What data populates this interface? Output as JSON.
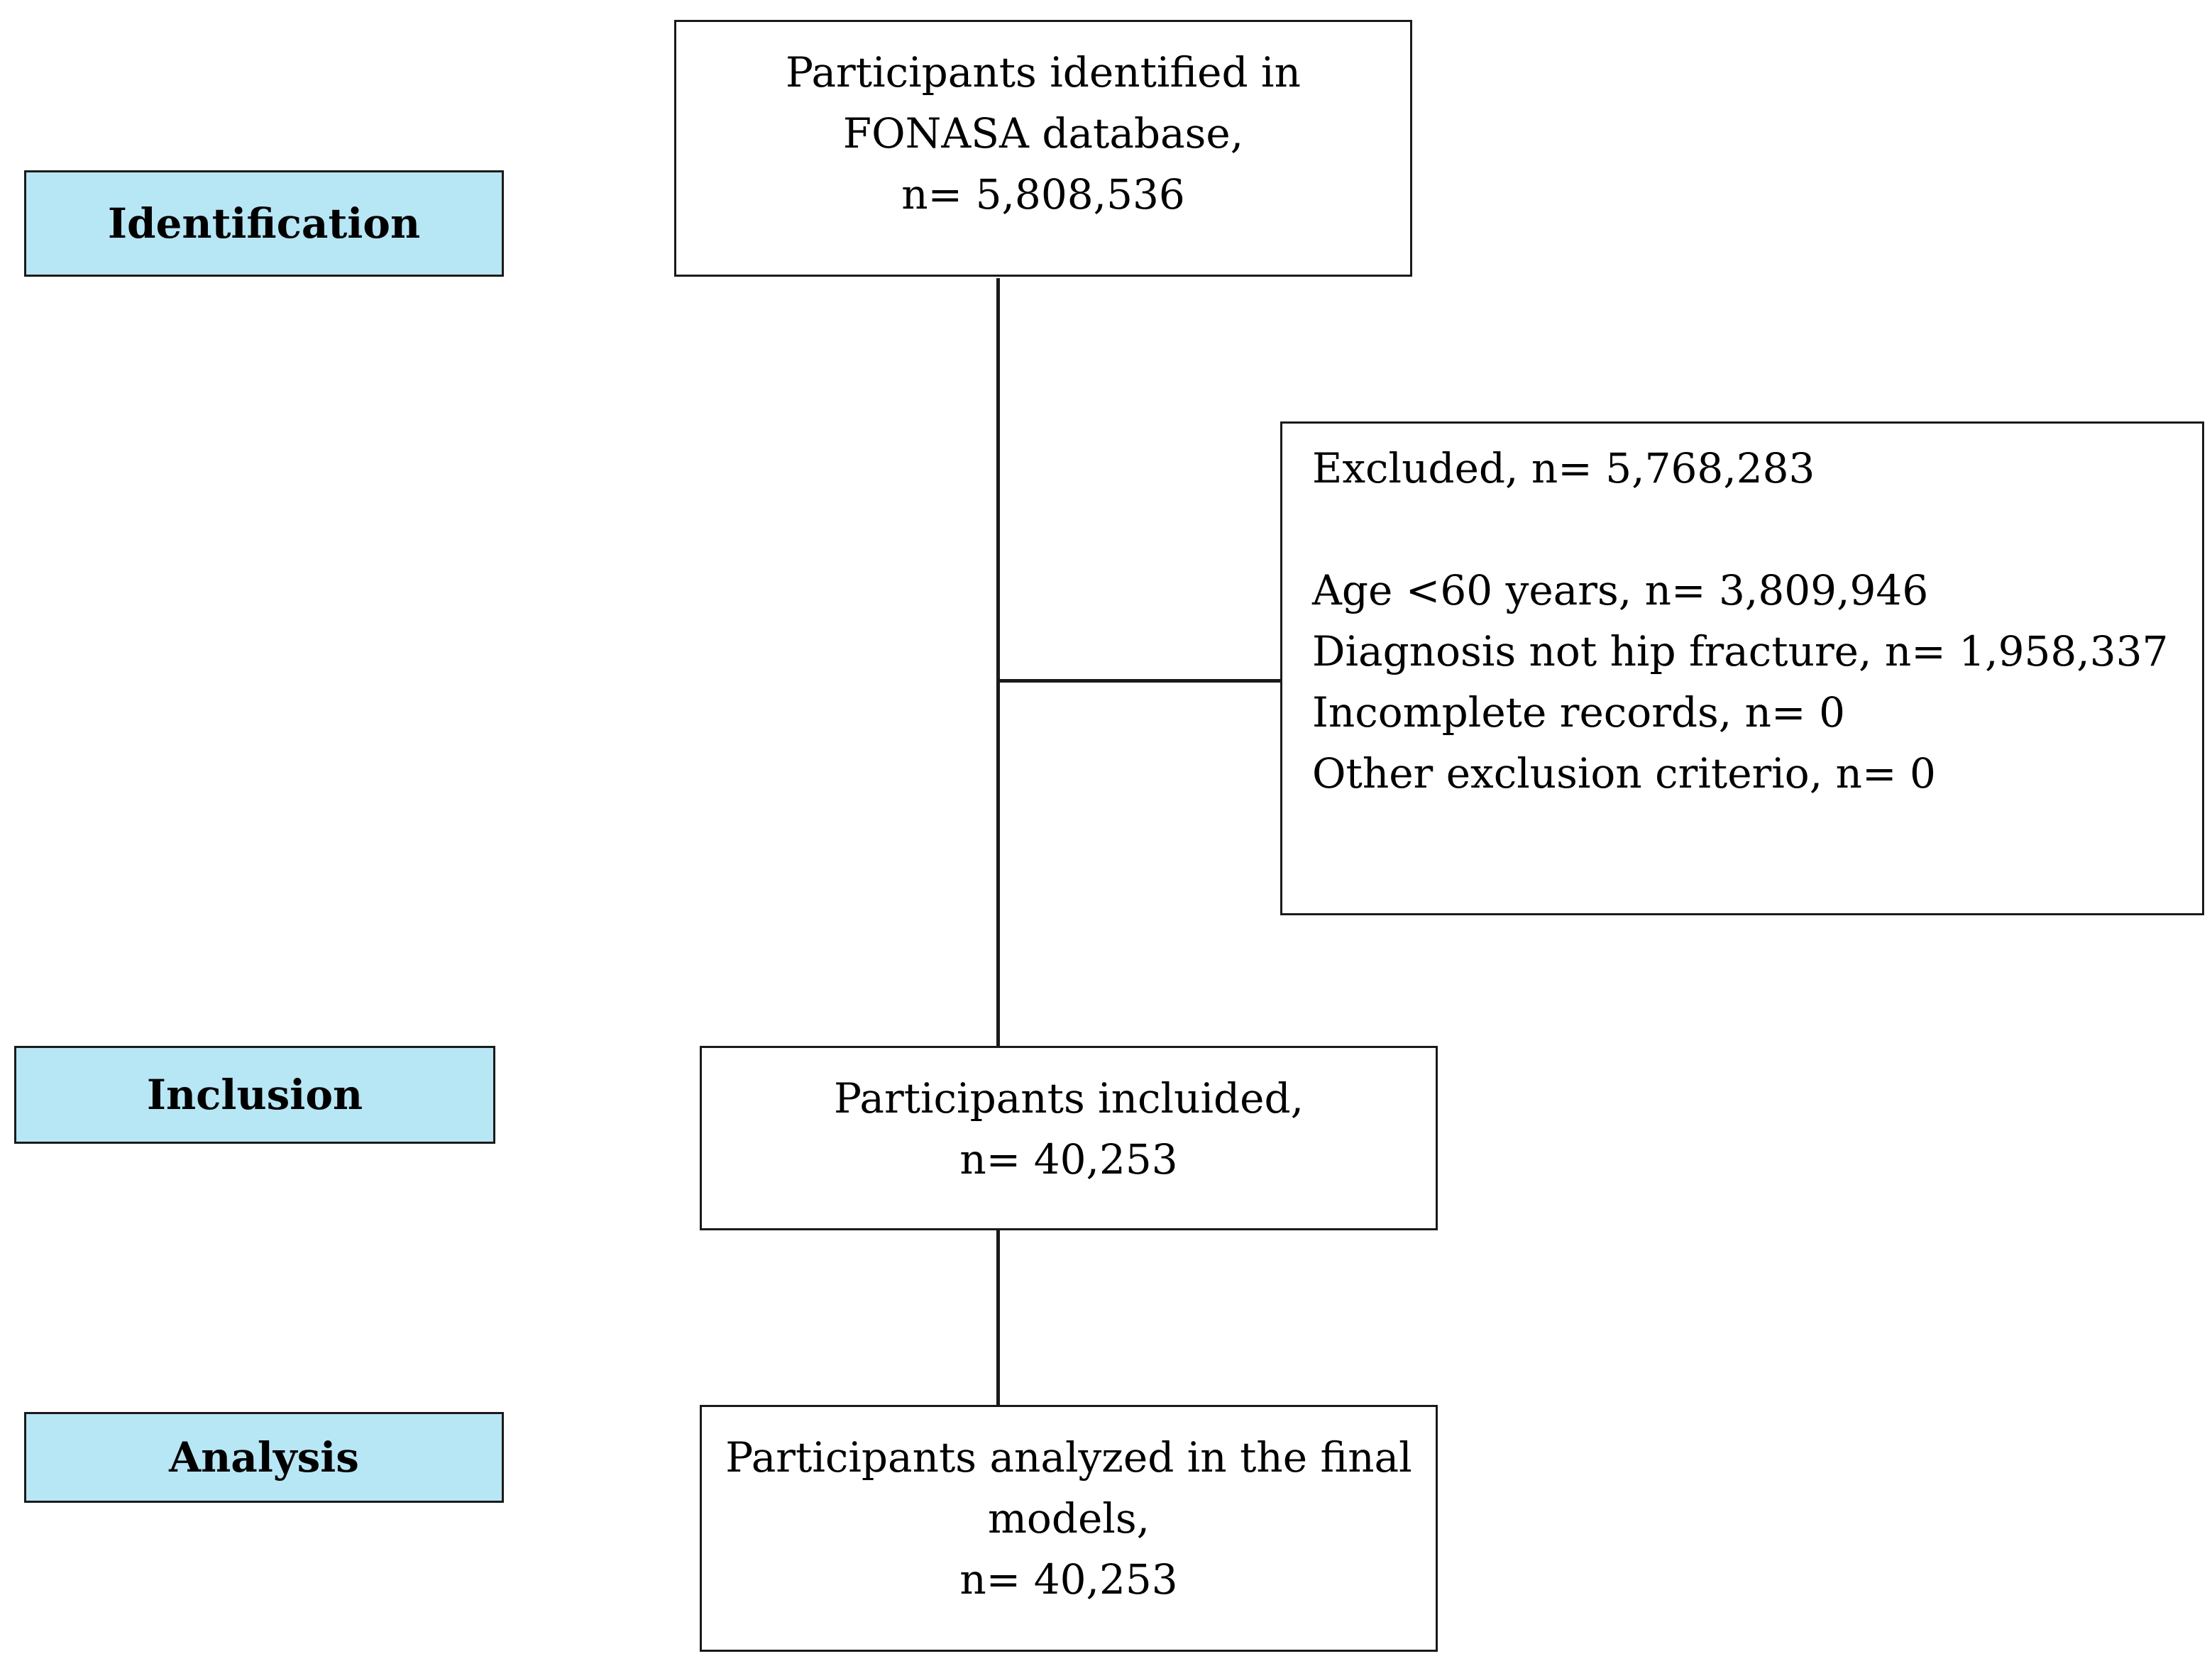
{
  "stages": {
    "identification": "Identification",
    "inclusion": "Inclusion",
    "analysis": "Analysis"
  },
  "identified": {
    "line1": "Participants identified in",
    "line2": "FONASA database,",
    "line3": "n= 5,808,536"
  },
  "excluded": {
    "title": "Excluded, n= 5,768,283",
    "reasons": [
      "Age <60 years, n= 3,809,946",
      "Diagnosis not hip fracture, n= 1,958,337",
      "Incomplete records, n= 0",
      "Other exclusion criterio, n= 0"
    ]
  },
  "included": {
    "line1": "Participants incluided,",
    "line2": "n= 40,253"
  },
  "analyzed": {
    "line1": "Participants analyzed in the final",
    "line2": "models,",
    "line3": "n= 40,253"
  },
  "colors": {
    "stage_fill": "#b7e6f5",
    "border": "#1a1a1a"
  }
}
